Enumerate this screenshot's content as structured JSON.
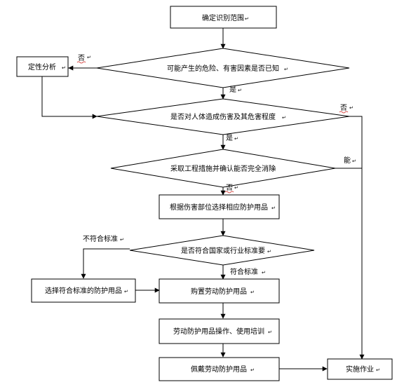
{
  "nodes": {
    "scope": "确定识别范围",
    "known": "可能产生的危险、有害因素是否已知",
    "qualitative": "定性分析",
    "harm": "是否对人体造成伤害及其危害程度",
    "engineering": "采取工程措施并确认能否完全消除",
    "select_ppe": "根据伤害部位选择相应防护用品",
    "standard": "是否符合国家或行业标准要",
    "select_compliant": "选择符合标准的防护用品",
    "purchase": "购置劳动防护用品",
    "training": "劳动防护用品操作、使用培训",
    "wear": "佩戴劳动防护用品",
    "implement": "实施作业"
  },
  "edge_labels": {
    "no_known": "否",
    "yes_known": "是",
    "no_harm": "否",
    "yes_harm": "是",
    "can": "能",
    "no_eng": "否",
    "not_compliant": "不符合标准",
    "compliant": "符合标准"
  },
  "colors": {
    "stroke": "#000000",
    "background": "#ffffff",
    "spell_mark": "#d9534f"
  }
}
